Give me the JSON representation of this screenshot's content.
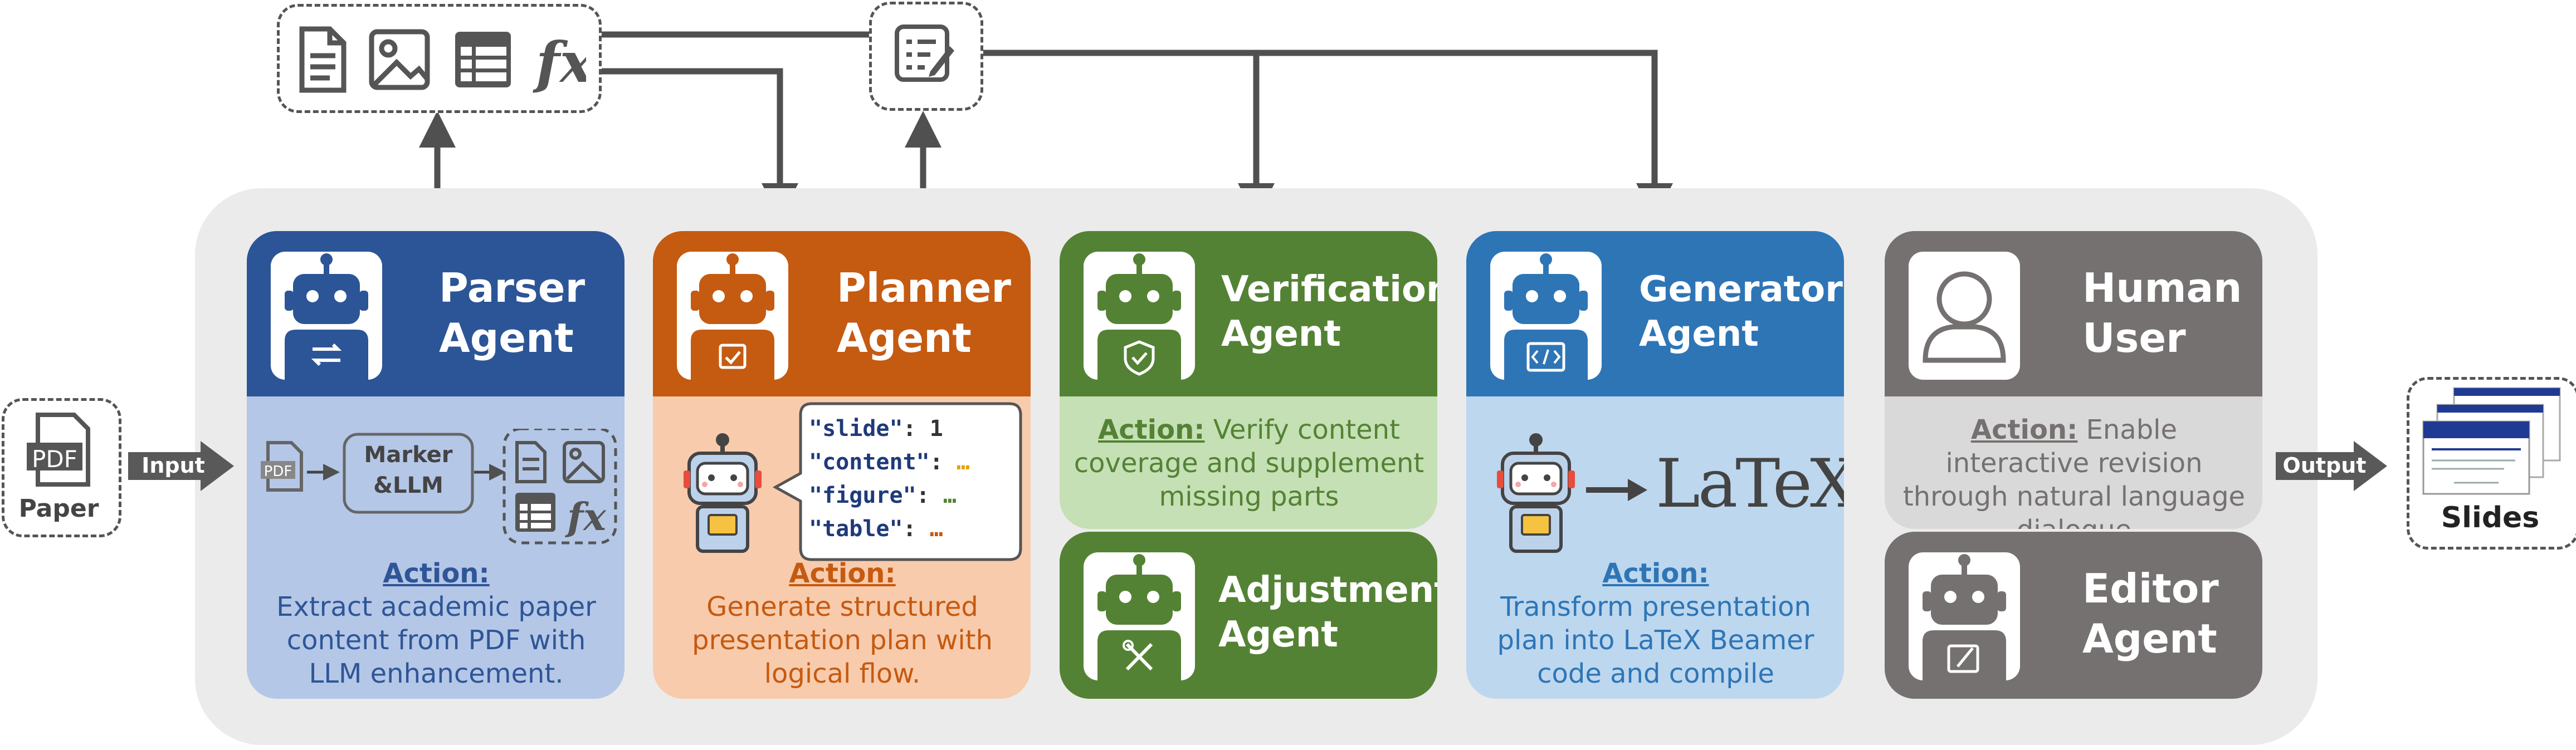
{
  "input": {
    "doc_label": "PDF",
    "caption": "Paper",
    "arrow_label": "Input"
  },
  "output": {
    "caption": "Slides",
    "arrow_label": "Output"
  },
  "parser": {
    "title": "Parser\nAgent",
    "action_label": "Action:",
    "action_text": "Extract academic paper content from PDF with LLM enhancement.",
    "pdf_label": "PDF",
    "process_label": "Marker\n&LLM"
  },
  "planner": {
    "title": "Planner\nAgent",
    "action_label": "Action:",
    "action_text": "Generate structured presentation plan with logical flow.",
    "json_lines": [
      {
        "key": "\"slide\"",
        "value": "1"
      },
      {
        "key": "\"content\"",
        "value": "…"
      },
      {
        "key": "\"figure\"",
        "value": "…"
      },
      {
        "key": "\"table\"",
        "value": "…"
      }
    ]
  },
  "verification": {
    "title": "Verification\nAgent",
    "action_label": "Action:",
    "action_text": "Verify content coverage and supplement missing parts"
  },
  "adjustment": {
    "title": "Adjustment\nAgent"
  },
  "generator": {
    "title": "Generator\nAgent",
    "action_label": "Action:",
    "action_text": "Transform presentation plan into LaTeX Beamer code and compile",
    "latex_logo": "LaTeX"
  },
  "human": {
    "title": "Human\nUser",
    "action_label": "Action:",
    "action_text": "Enable interactive revision through natural language dialogue"
  },
  "editor": {
    "title": "Editor\nAgent"
  },
  "colors": {
    "parser_head": "#2c5597",
    "parser_body": "#b4c7e7",
    "parser_text": "#2f5597",
    "planner_head": "#c55a11",
    "planner_body": "#f8cbad",
    "planner_text": "#c55a11",
    "verify_head": "#548235",
    "verify_body": "#c5e0b4",
    "verify_text": "#548235",
    "gen_head": "#2e75b6",
    "gen_body": "#bdd7ee",
    "gen_text": "#2e75b6",
    "human_head": "#767171",
    "human_body": "#d9d9d9",
    "human_text": "#767171"
  }
}
